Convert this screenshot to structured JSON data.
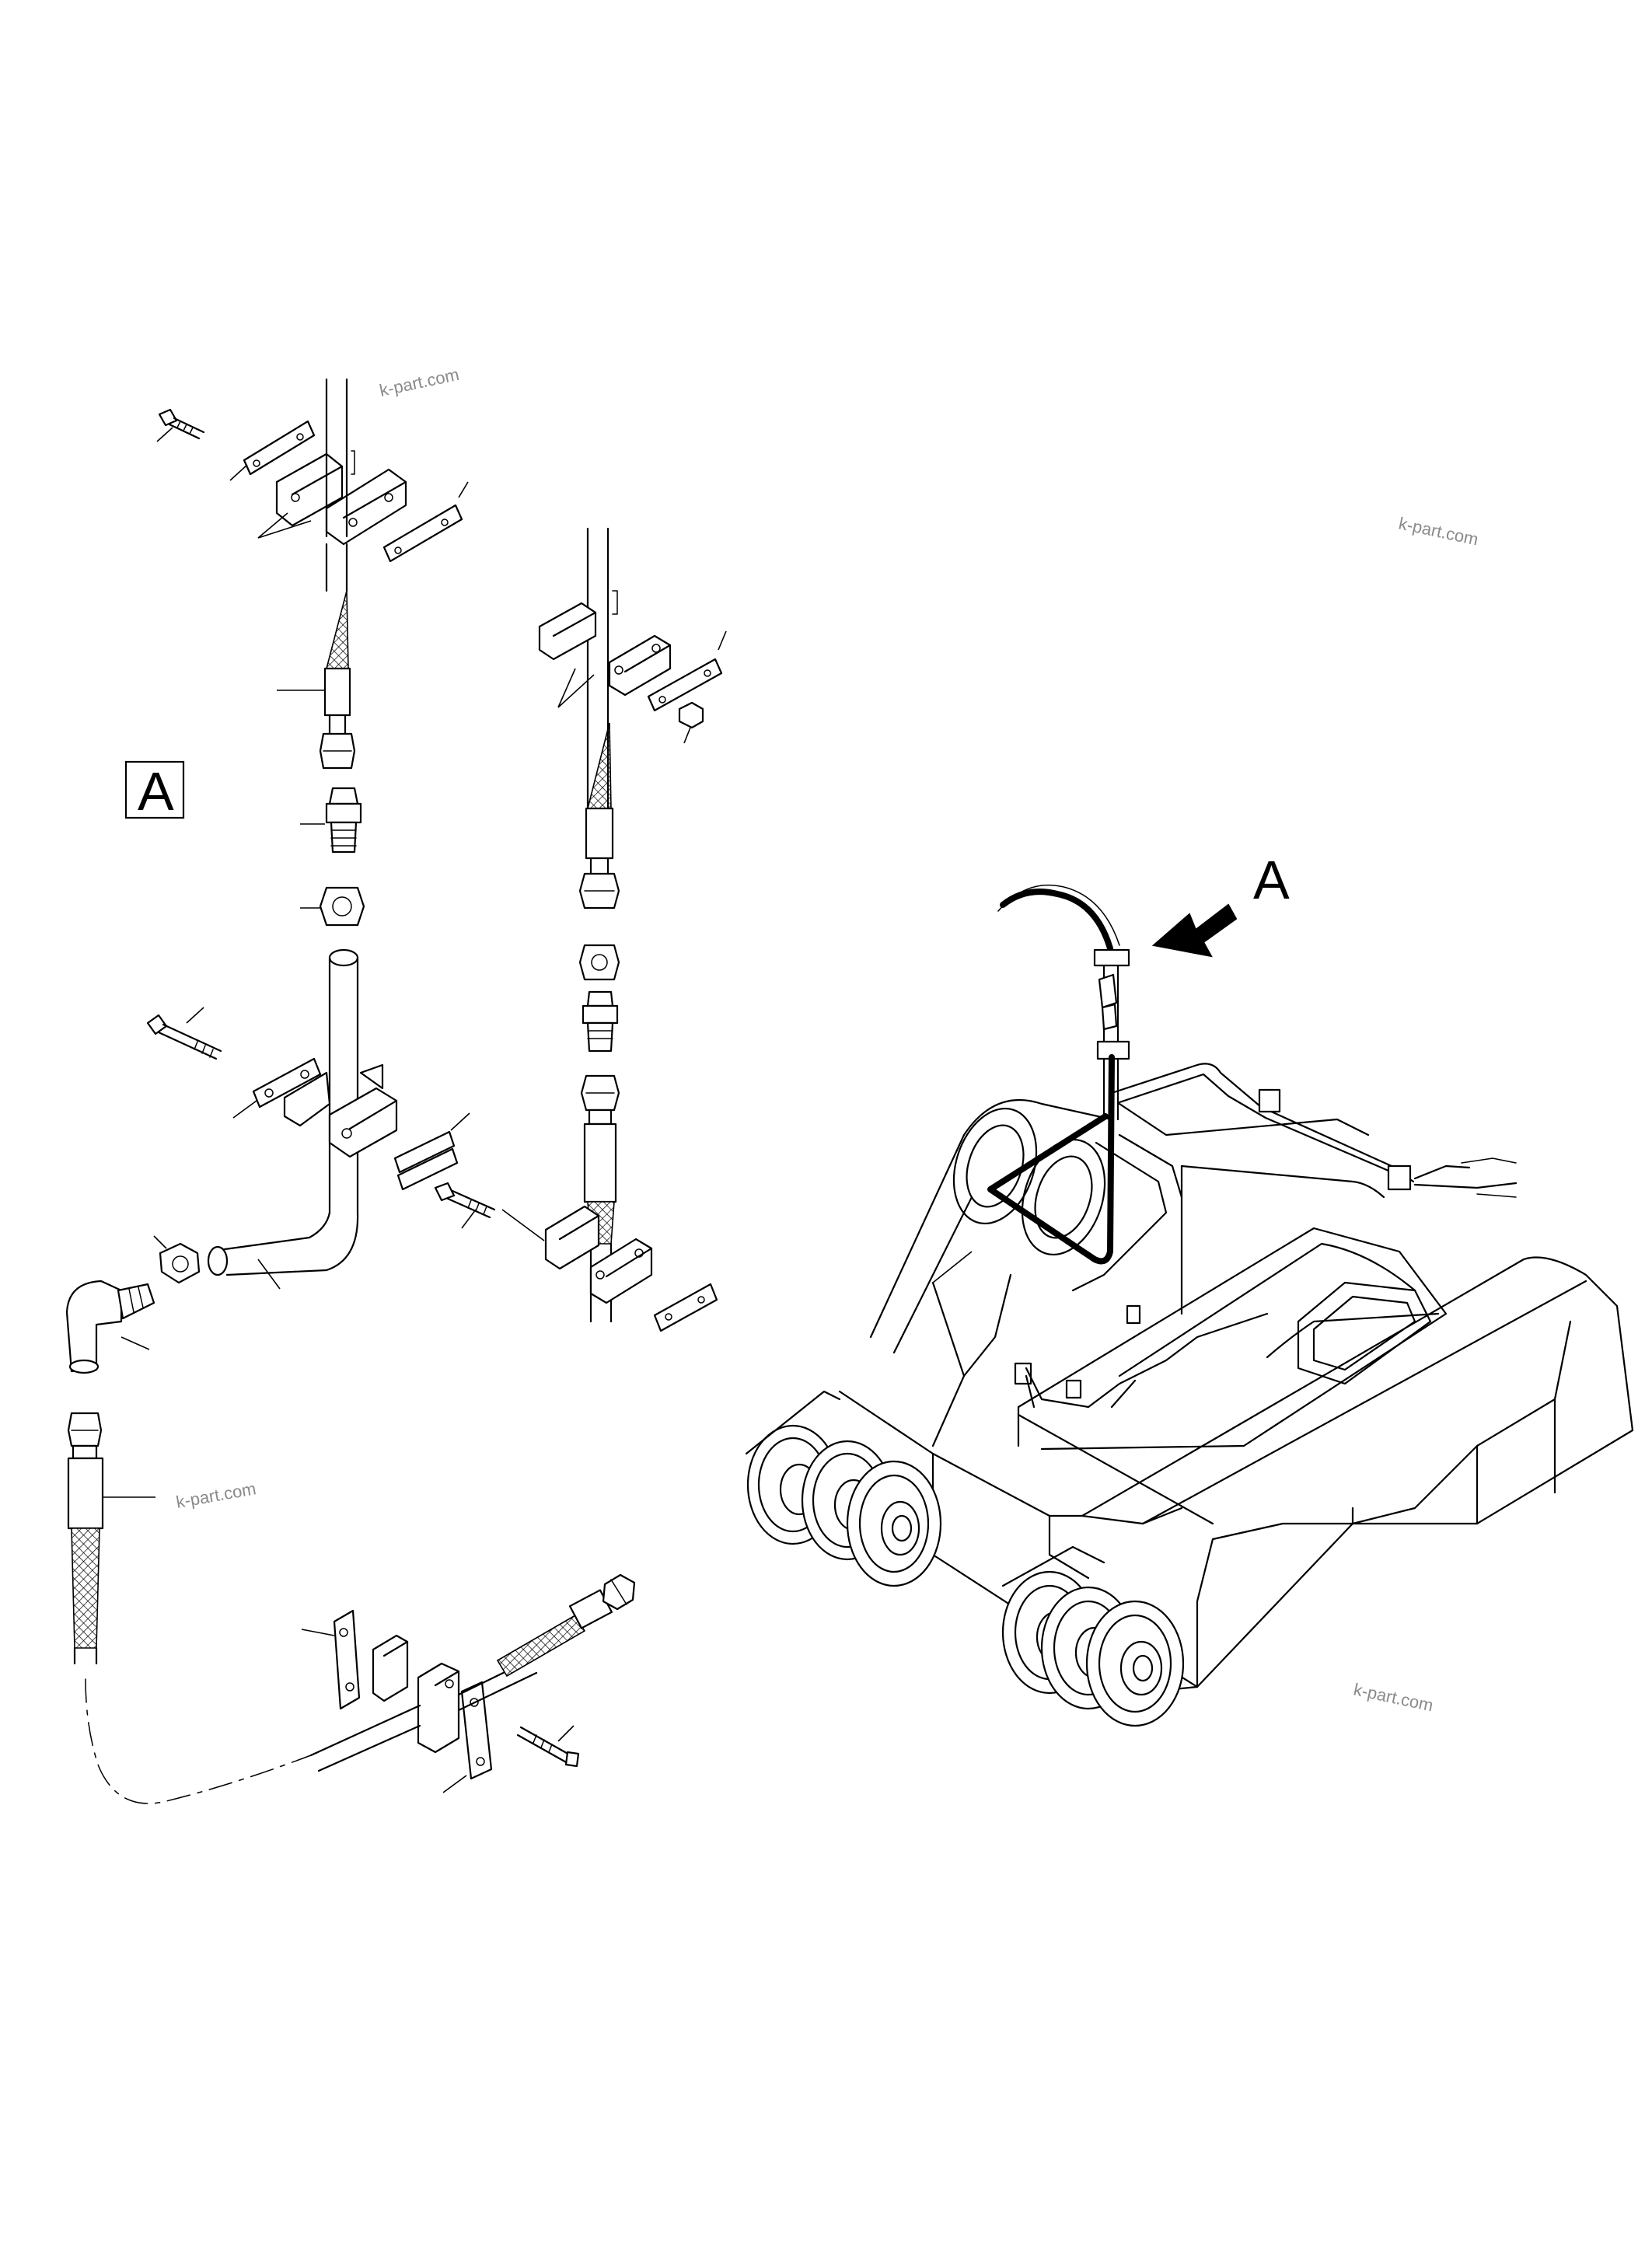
{
  "diagram": {
    "detail_label": "A",
    "view_arrow_label": "A",
    "watermarks": [
      "k-part.com",
      "k-part.com",
      "k-part.com",
      "k-part.com"
    ]
  }
}
